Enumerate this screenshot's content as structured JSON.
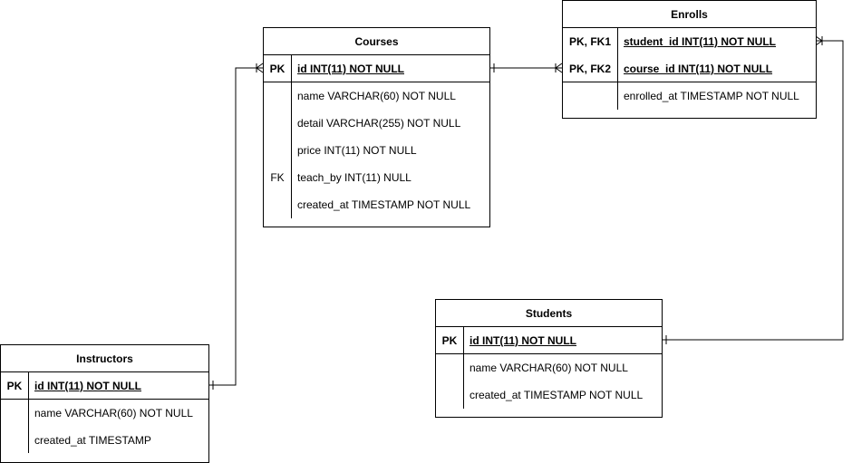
{
  "entities": {
    "courses": {
      "title": "Courses",
      "rows": [
        {
          "key": "PK",
          "field": "id INT(11) NOT NULL"
        },
        {
          "key": "",
          "field": "name VARCHAR(60) NOT NULL"
        },
        {
          "key": "",
          "field": "detail VARCHAR(255) NOT NULL"
        },
        {
          "key": "",
          "field": "price INT(11) NOT NULL"
        },
        {
          "key": "FK",
          "field": "teach_by INT(11) NULL"
        },
        {
          "key": "",
          "field": "created_at TIMESTAMP NOT NULL"
        }
      ]
    },
    "enrolls": {
      "title": "Enrolls",
      "rows": [
        {
          "key": "PK, FK1",
          "field": "student_id INT(11) NOT NULL"
        },
        {
          "key": "PK, FK2",
          "field": "course_id INT(11) NOT NULL"
        },
        {
          "key": "",
          "field": "enrolled_at TIMESTAMP NOT NULL"
        }
      ]
    },
    "students": {
      "title": "Students",
      "rows": [
        {
          "key": "PK",
          "field": "id INT(11) NOT NULL"
        },
        {
          "key": "",
          "field": "name VARCHAR(60) NOT NULL"
        },
        {
          "key": "",
          "field": "created_at TIMESTAMP NOT NULL"
        }
      ]
    },
    "instructors": {
      "title": "Instructors",
      "rows": [
        {
          "key": "PK",
          "field": "id INT(11) NOT NULL"
        },
        {
          "key": "",
          "field": "name VARCHAR(60) NOT NULL"
        },
        {
          "key": "",
          "field": "created_at TIMESTAMP"
        }
      ]
    }
  }
}
